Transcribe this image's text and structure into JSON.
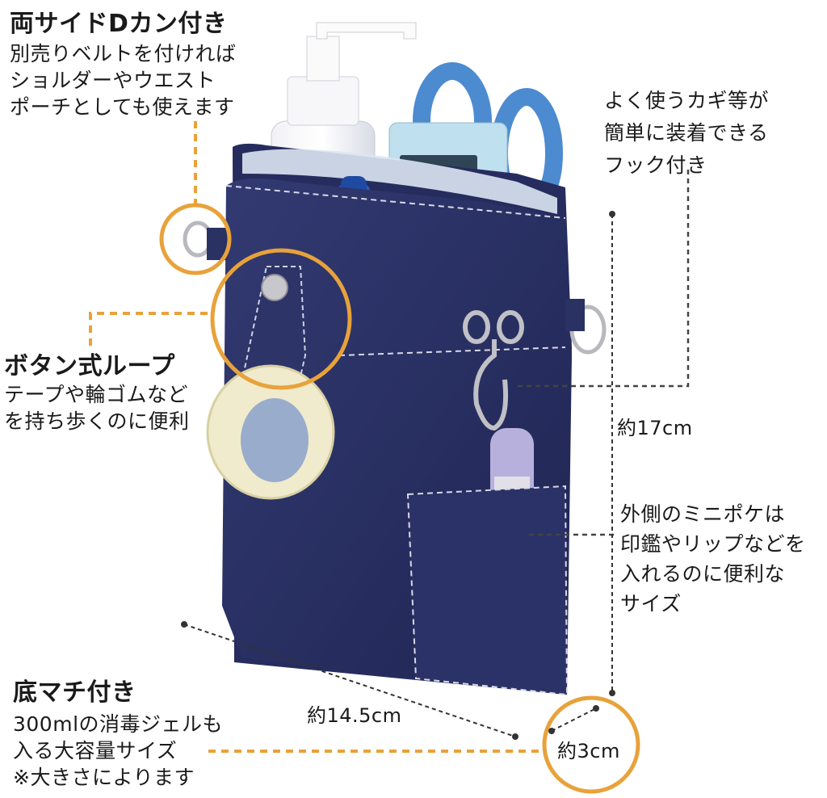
{
  "callouts": {
    "d_rings": {
      "title": "両サイドDカン付き",
      "lines": [
        "別売りベルトを付ければ",
        "ショルダーやウエスト",
        "ポーチとしても使えます"
      ]
    },
    "hook": {
      "lines": [
        "よく使うカギ等が",
        "簡単に装着できる",
        "フック付き"
      ]
    },
    "button_loop": {
      "title": "ボタン式ループ",
      "lines": [
        "テープや輪ゴムなど",
        "を持ち歩くのに便利"
      ]
    },
    "mini_pocket": {
      "lines": [
        "外側のミニポケは",
        "印鑑やリップなどを",
        "入れるのに便利な",
        "サイズ"
      ]
    },
    "gusset": {
      "title": "底マチ付き",
      "lines": [
        "300mlの消毒ジェルも",
        "入る大容量サイズ",
        "※大きさによります"
      ]
    }
  },
  "dimensions": {
    "height": "約17cm",
    "width": "約14.5cm",
    "depth": "約3cm"
  },
  "colors": {
    "accent_orange": "#e8a23a",
    "pouch_navy": "#2a3163",
    "text": "#1a1a1a"
  }
}
